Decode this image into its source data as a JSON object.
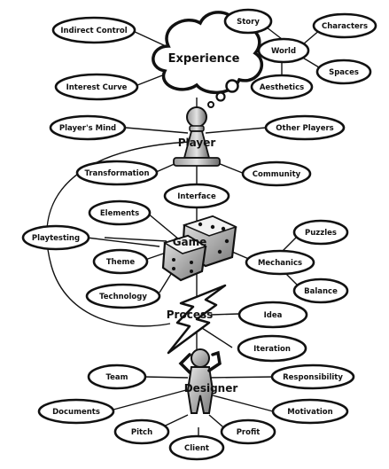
{
  "hubs": {
    "experience": "Experience",
    "player": "Player",
    "game": "Game",
    "process": "Process",
    "designer": "Designer"
  },
  "nodes": {
    "indirect_control": "Indirect Control",
    "story": "Story",
    "characters": "Characters",
    "world": "World",
    "spaces": "Spaces",
    "aesthetics": "Aesthetics",
    "interest_curve": "Interest Curve",
    "players_mind": "Player's Mind",
    "other_players": "Other Players",
    "transformation": "Transformation",
    "community": "Community",
    "interface": "Interface",
    "elements": "Elements",
    "playtesting": "Playtesting",
    "puzzles": "Puzzles",
    "theme": "Theme",
    "mechanics": "Mechanics",
    "balance": "Balance",
    "technology": "Technology",
    "idea": "Idea",
    "iteration": "Iteration",
    "team": "Team",
    "responsibility": "Responsibility",
    "documents": "Documents",
    "motivation": "Motivation",
    "pitch": "Pitch",
    "profit": "Profit",
    "client": "Client"
  }
}
